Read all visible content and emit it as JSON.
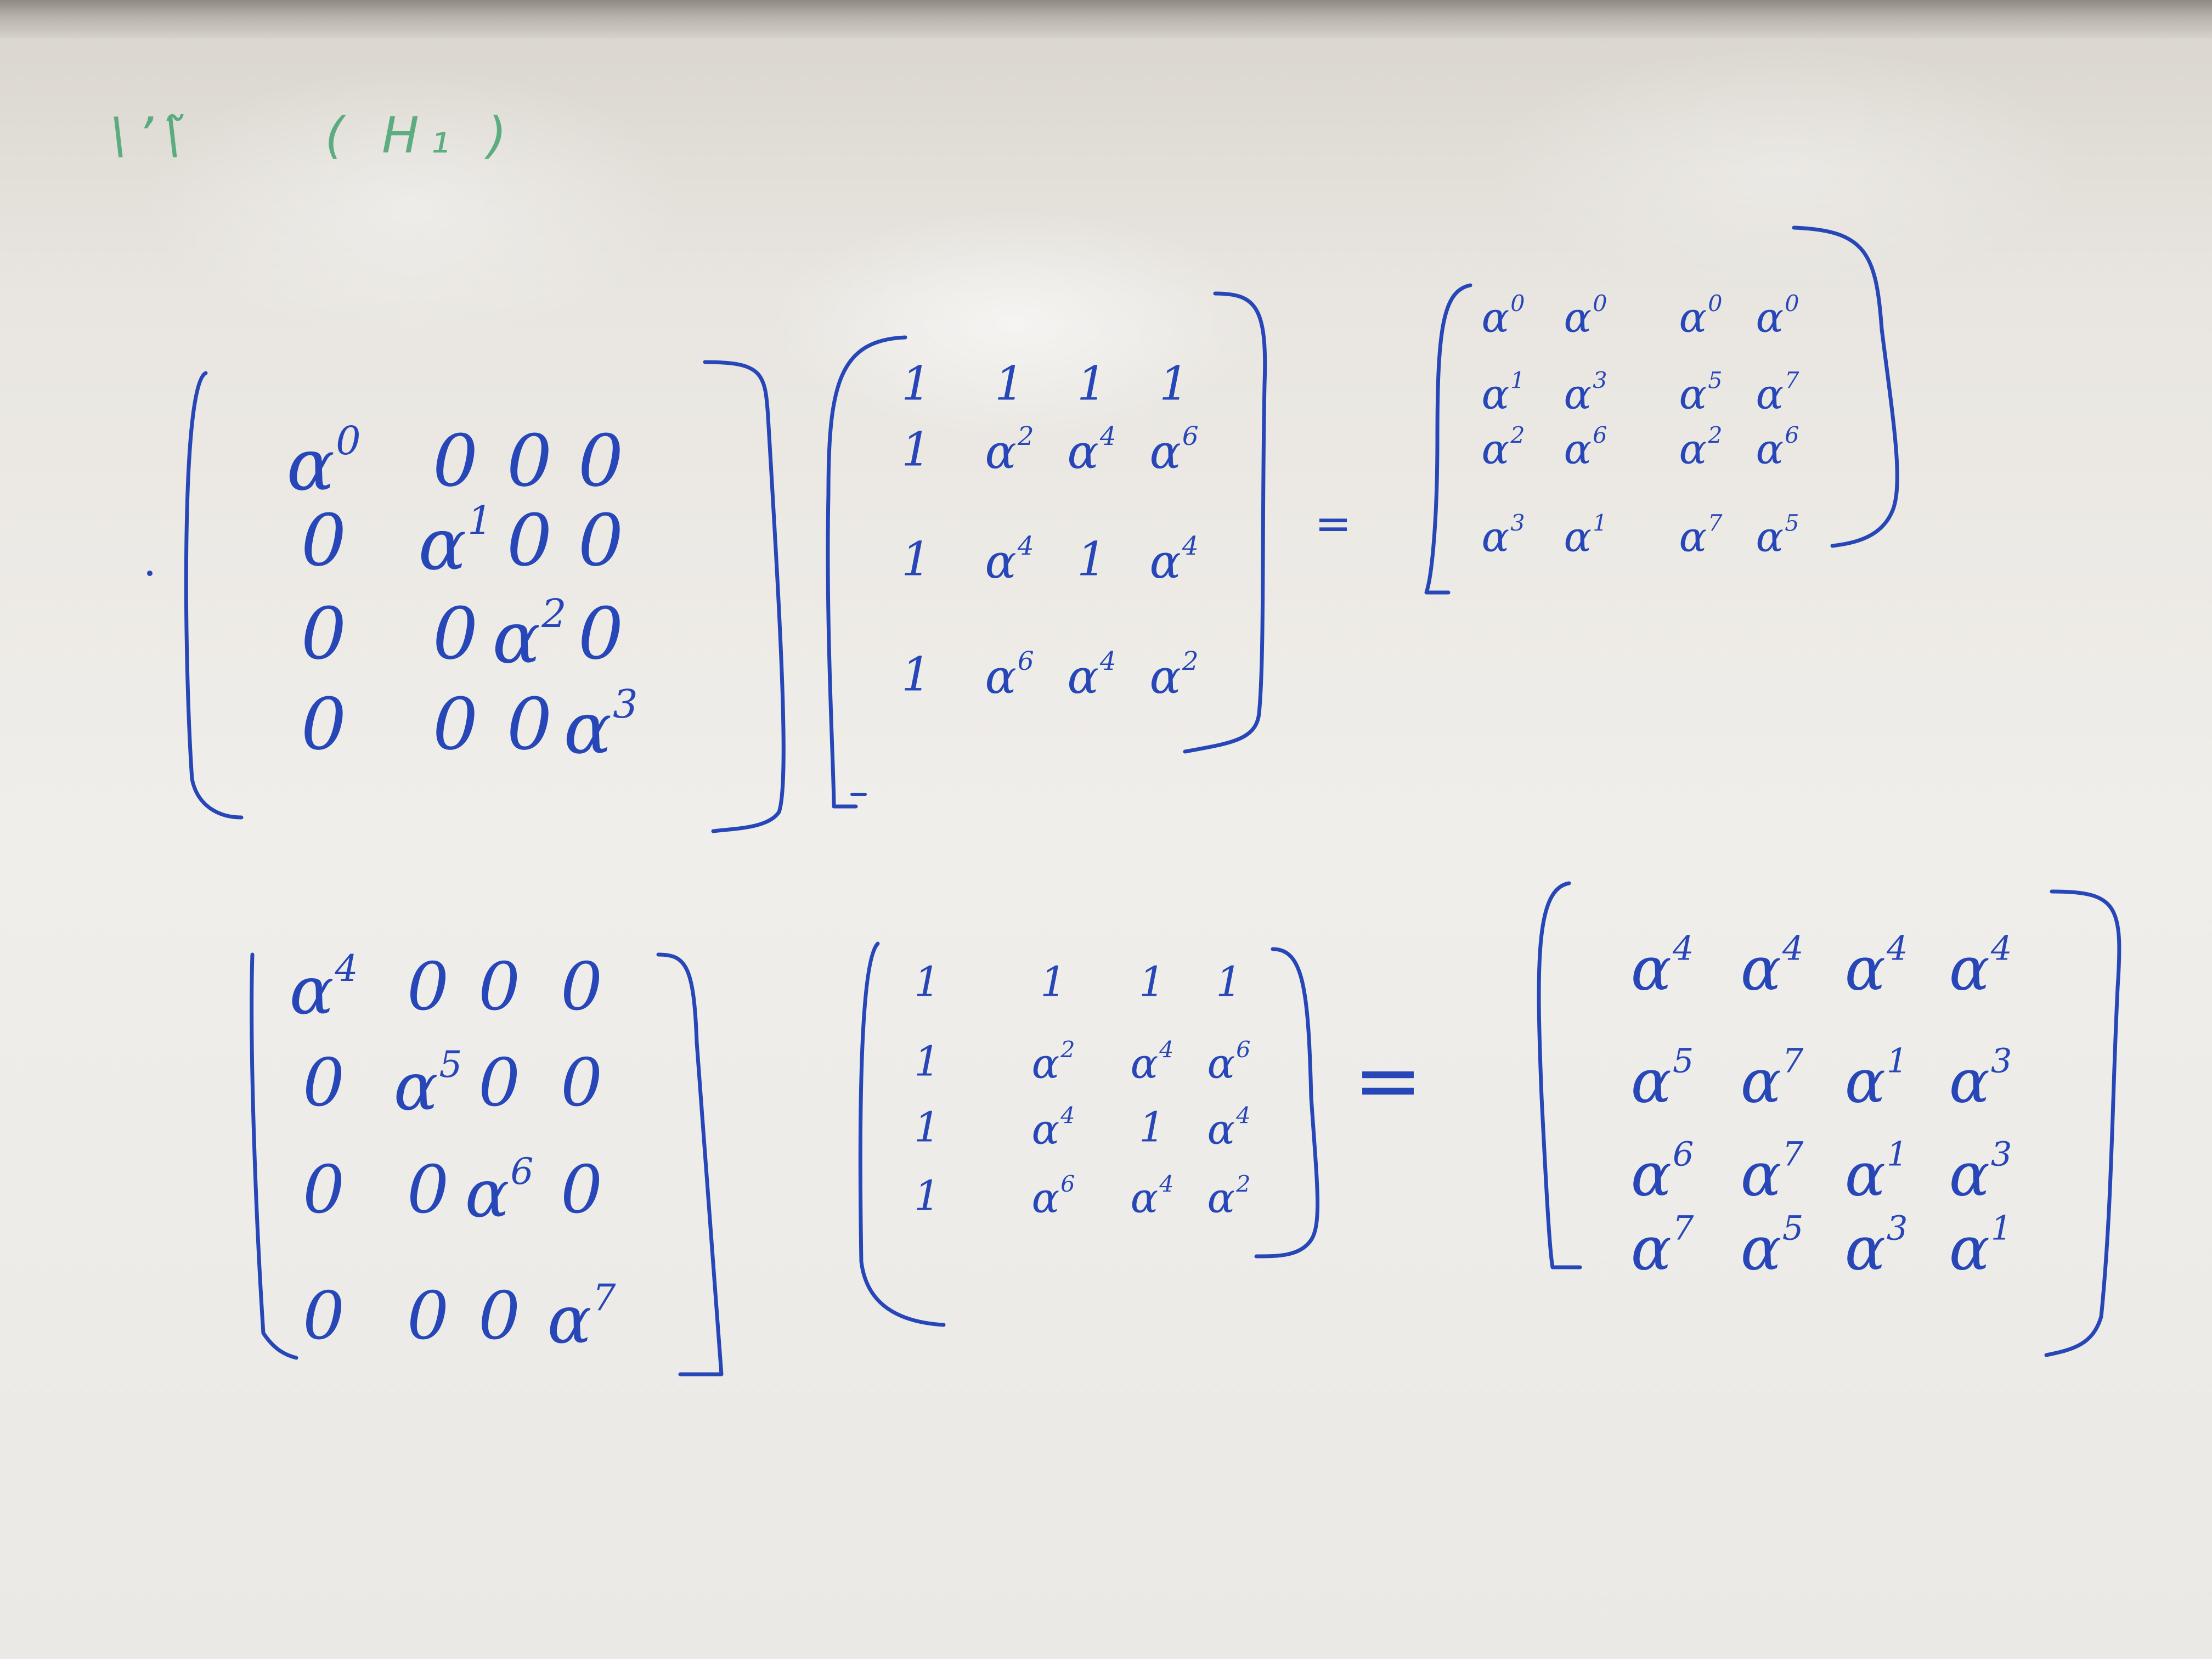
{
  "board": {
    "green_note": "\\’\\̃     ( H₁ )",
    "ink_color": "#2747b8",
    "marker_green": "#3aa06a"
  },
  "equations": [
    {
      "id": "top",
      "left_matrix": [
        [
          "α^0",
          "0",
          "0",
          "0"
        ],
        [
          "0",
          "α^1",
          "0",
          "0"
        ],
        [
          "0",
          "0",
          "α^2",
          "0"
        ],
        [
          "0",
          "0",
          "0",
          "α^3"
        ]
      ],
      "middle_matrix": [
        [
          "1",
          "1",
          "1",
          "1"
        ],
        [
          "1",
          "α^2",
          "α^4",
          "α^6"
        ],
        [
          "1",
          "α^4",
          "1",
          "α^4"
        ],
        [
          "1",
          "α^6",
          "α^4",
          "α^2"
        ]
      ],
      "equals": "=",
      "result_matrix": [
        [
          "α^0",
          "α^0",
          "α^0",
          "α^0"
        ],
        [
          "α^1",
          "α^3",
          "α^5",
          "α^7"
        ],
        [
          "α^2",
          "α^6",
          "α^2",
          "α^6"
        ],
        [
          "α^3",
          "α^1",
          "α^7",
          "α^5"
        ]
      ]
    },
    {
      "id": "bottom",
      "left_matrix": [
        [
          "α^4",
          "0",
          "0",
          "0"
        ],
        [
          "0",
          "α^5",
          "0",
          "0"
        ],
        [
          "0",
          "0",
          "α^6",
          "0"
        ],
        [
          "0",
          "0",
          "0",
          "α^7"
        ]
      ],
      "middle_matrix": [
        [
          "1",
          "1",
          "1",
          "1"
        ],
        [
          "1",
          "α^2",
          "α^4",
          "α^6"
        ],
        [
          "1",
          "α^4",
          "1",
          "α^4"
        ],
        [
          "1",
          "α^6",
          "α^4",
          "α^2"
        ]
      ],
      "equals": "=",
      "result_matrix": [
        [
          "α^4",
          "α^4",
          "α^4",
          "α^4"
        ],
        [
          "α^5",
          "α^7",
          "α^1",
          "α^3"
        ],
        [
          "α^6",
          "α^7",
          "α^1",
          "α^3"
        ],
        [
          "α^7",
          "α^5",
          "α^3",
          "α^1"
        ]
      ]
    }
  ]
}
